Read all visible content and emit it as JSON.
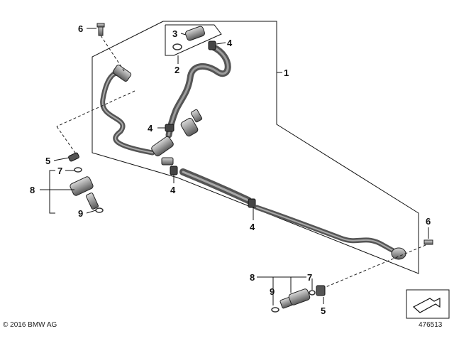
{
  "callouts": [
    "1",
    "2",
    "3",
    "4",
    "4",
    "4",
    "4",
    "5",
    "5",
    "6",
    "6",
    "7",
    "7",
    "8",
    "8",
    "9",
    "9"
  ],
  "copyright": "© 2016 BMW AG",
  "diagram_number": "476513",
  "colors": {
    "line": "#111111",
    "hose": "#6e6e6e",
    "hose_highlight": "#bdbdbd",
    "part": "#8a8a8a"
  }
}
